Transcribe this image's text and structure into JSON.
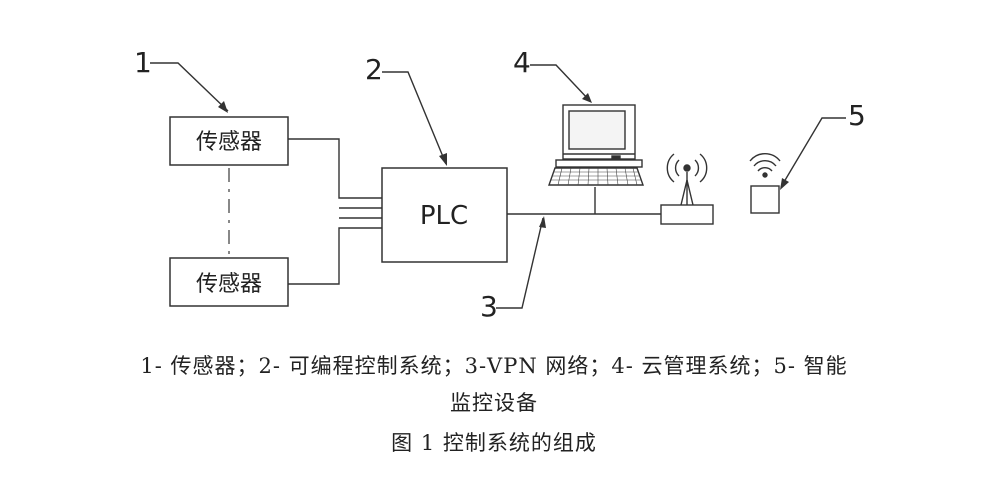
{
  "diagram": {
    "callouts": [
      "1",
      "2",
      "3",
      "4",
      "5"
    ],
    "sensor_top_label": "传感器",
    "sensor_bottom_label": "传感器",
    "plc_label": "PLC"
  },
  "legend": {
    "line1": "1- 传感器；2- 可编程控制系统；3-VPN 网络；4- 云管理系统；5- 智能",
    "line2": "监控设备"
  },
  "caption": "图 1 控制系统的组成",
  "colors": {
    "ink": "#222222",
    "background": "#ffffff"
  }
}
